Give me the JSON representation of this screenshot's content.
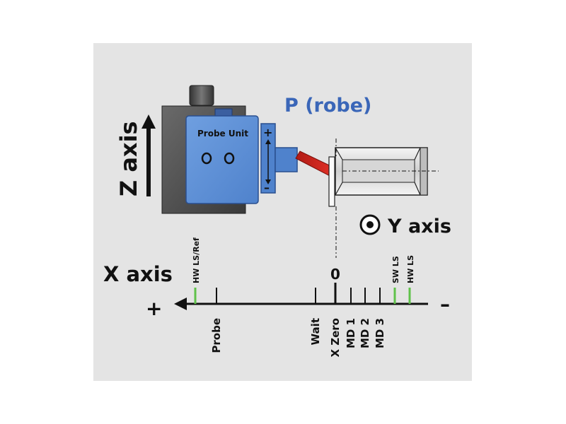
{
  "labels": {
    "z_axis": "Z axis",
    "x_axis": "X axis",
    "y_axis": "Y axis",
    "probe_title": "P (robe)",
    "probe_unit": "Probe Unit",
    "plus_side": "+",
    "minus_side": "–",
    "zero": "0",
    "slider_plus": "+",
    "slider_minus": "–"
  },
  "axis_marks": {
    "hw_ls_ref": "HW LS/Ref",
    "sw_ls": "SW LS",
    "hw_ls": "HW LS",
    "probe": "Probe",
    "wait": "Wait",
    "x_zero": "X Zero",
    "md1": "MD 1",
    "md2": "MD 2",
    "md3": "MD 3"
  },
  "colors": {
    "panel": "#e4e4e4",
    "probe_unit_blue": "#5b8fd4",
    "title_blue": "#3a66b8",
    "limit_green": "#5fc24a",
    "probe_tip_red": "#d8241c"
  }
}
